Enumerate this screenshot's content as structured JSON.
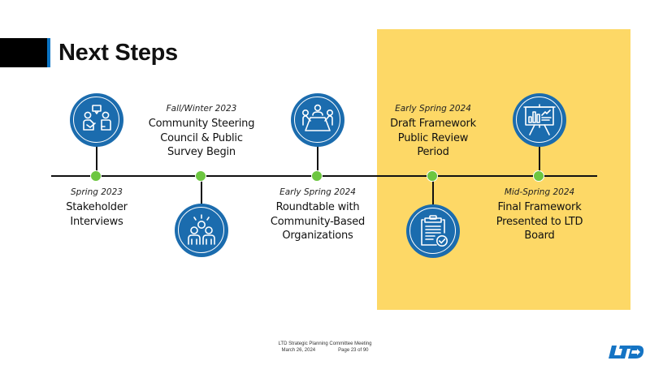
{
  "slide": {
    "title": "Next Steps",
    "colors": {
      "accent_blue": "#0a74c4",
      "circle_blue": "#1b6cae",
      "dot_green": "#6cc640",
      "highlight_yellow": "#fdd866"
    }
  },
  "timeline": {
    "milestones": [
      {
        "date": "Spring 2023",
        "event": [
          "Stakeholder",
          "Interviews"
        ],
        "icon": "conversation-people-icon"
      },
      {
        "date": "Fall/Winter 2023",
        "event": [
          "Community Steering",
          "Council & Public",
          "Survey Begin"
        ],
        "icon": "group-people-icon"
      },
      {
        "date": "Early Spring 2024",
        "event": [
          "Roundtable with",
          "Community-Based",
          "Organizations"
        ],
        "icon": "roundtable-meeting-icon"
      },
      {
        "date": "Early Spring 2024",
        "event": [
          "Draft Framework",
          "Public Review",
          "Period"
        ],
        "icon": "clipboard-check-icon"
      },
      {
        "date": "Mid-Spring 2024",
        "event": [
          "Final Framework",
          "Presented to LTD",
          "Board"
        ],
        "icon": "presentation-board-icon"
      }
    ]
  },
  "footer": {
    "meeting": "LTD Strategic Planning Committee Meeting",
    "date": "March 26, 2024",
    "page": "Page 23 of 90"
  },
  "logo": {
    "text": "LTD"
  }
}
